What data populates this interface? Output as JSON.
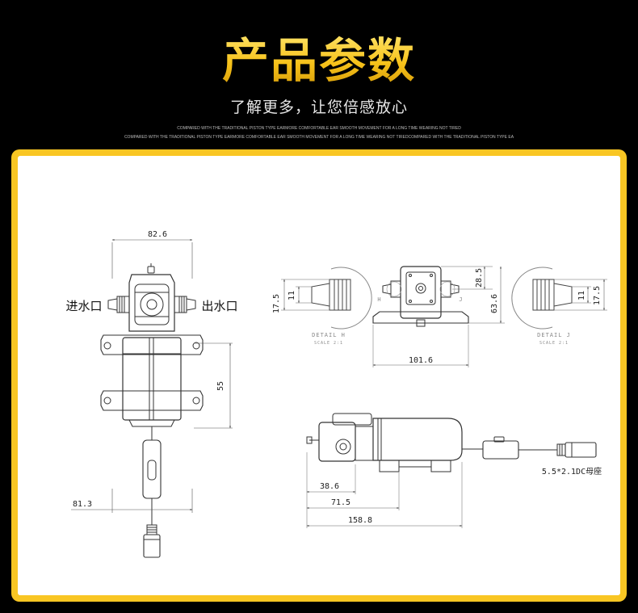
{
  "header": {
    "title": "产品参数",
    "subtitle": "了解更多，让您倍感放心",
    "tagline_1": "COMPARED WITH THE TRADITIONAL PISTON TYPE EARMORE COMFORTABLE EAR SMOOTH MOVEMENT FOR A LONG TIME WEARING NOT TIRED",
    "tagline_2": "COMPARED WITH THE TRADITIONAL PISTON TYPE EARMORE COMFORTABLE EAR SMOOTH MOVEMENT FOR A LONG TIME WEARING NOT TIREDCOMPARED WITH THE TRADITIONAL PISTON TYPE EA"
  },
  "colors": {
    "frame": "#f9c623",
    "title_gold": "#f7c21a",
    "background": "#000000"
  },
  "drawing": {
    "front_view": {
      "width_dim": "82.6",
      "height_dim": "55",
      "bottom_dim": "81.3",
      "inlet_label": "进水口",
      "outlet_label": "出水口"
    },
    "detail_h": {
      "dim_outer": "17.5",
      "dim_inner": "11",
      "caption": "DETAIL H",
      "scale": "SCALE 2:1"
    },
    "detail_j": {
      "dim_outer": "17.5",
      "dim_inner": "11",
      "caption": "DETAIL J",
      "scale": "SCALE 2:1"
    },
    "top_view": {
      "width_dim": "101.6",
      "height_dim": "63.6",
      "port_dim": "28.5",
      "marker_h": "H",
      "marker_j": "J"
    },
    "side_view": {
      "dim_a": "38.6",
      "dim_b": "71.5",
      "dim_c": "158.8",
      "connector_label": "5.5*2.1DC母座"
    }
  }
}
